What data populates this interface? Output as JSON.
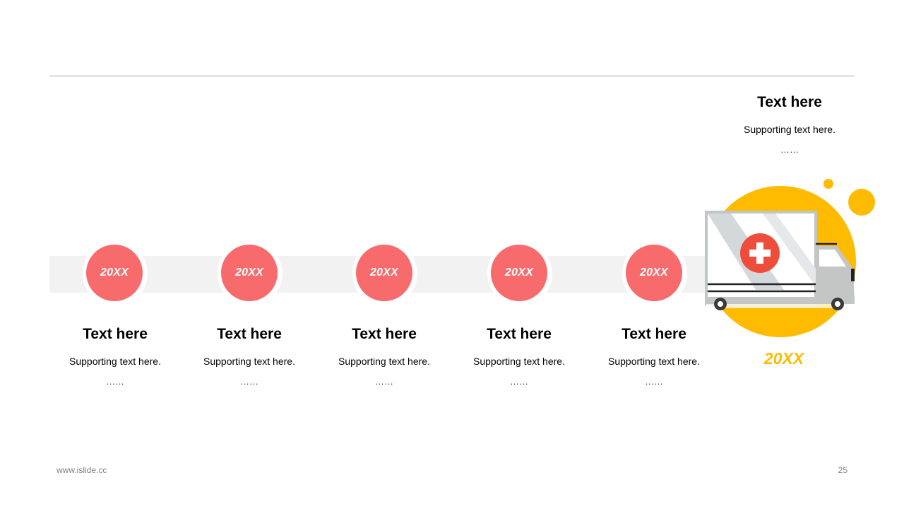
{
  "milestones": [
    {
      "year": "20XX",
      "title": "Text here",
      "text": "Supporting text here.",
      "dots": "……"
    },
    {
      "year": "20XX",
      "title": "Text here",
      "text": "Supporting text here.",
      "dots": "……"
    },
    {
      "year": "20XX",
      "title": "Text here",
      "text": "Supporting text here.",
      "dots": "……"
    },
    {
      "year": "20XX",
      "title": "Text here",
      "text": "Supporting text here.",
      "dots": "……"
    },
    {
      "year": "20XX",
      "title": "Text here",
      "text": "Supporting text here.",
      "dots": "……"
    }
  ],
  "final": {
    "year": "20XX",
    "title": "Text here",
    "text": "Supporting text here.",
    "dots": "……",
    "icon": "ambulance-truck-icon"
  },
  "footer": {
    "site": "www.islide.cc",
    "page": "25"
  },
  "colors": {
    "accent_red": "#f76b6d",
    "accent_yellow": "#ffbb00",
    "band": "#f2f2f2"
  }
}
